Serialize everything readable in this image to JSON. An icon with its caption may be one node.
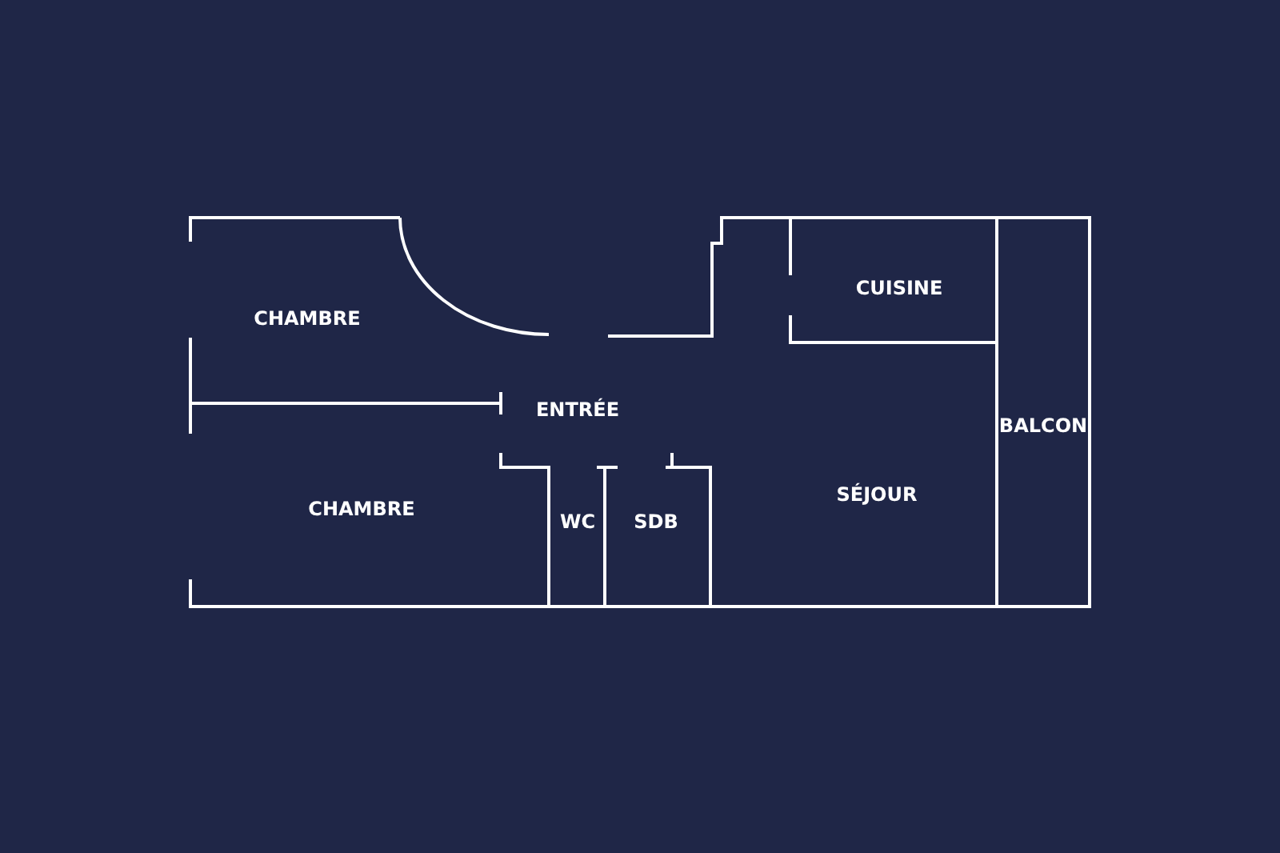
{
  "diagram": {
    "labels": [
      "CHAMBRE",
      "ENTRÉE",
      "CHAMBRE",
      "WC",
      "SDB",
      "CUISINE",
      "BALCON",
      "SÉJOUR"
    ]
  }
}
